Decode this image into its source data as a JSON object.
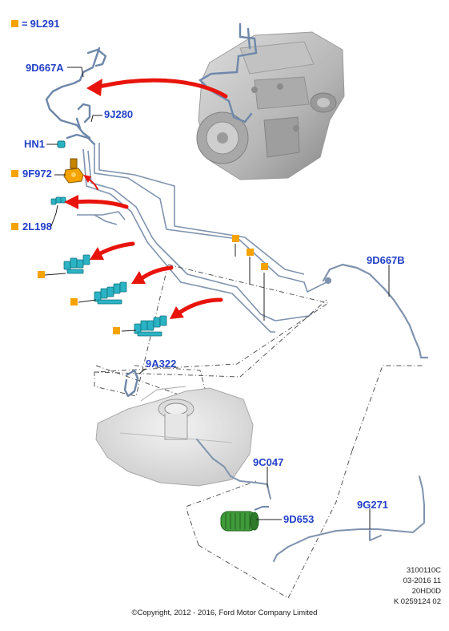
{
  "legend": {
    "marker_color": "#f5a300",
    "equals": "=",
    "code": "9L291"
  },
  "labels": {
    "p9D667A": "9D667A",
    "p9J280": "9J280",
    "pHN1": "HN1",
    "p9F972": "9F972",
    "p2L198": "2L198",
    "p9D667B": "9D667B",
    "p9A322": "9A322",
    "p9C047": "9C047",
    "p9D653": "9D653",
    "p9G271": "9G271"
  },
  "meta": {
    "line1": "3100110C",
    "line2": "03-2016 11",
    "line3": "20HD0D",
    "line4": "K 0259124 02"
  },
  "copyright": "©Copyright, 2012 - 2016, Ford Motor Company Limited",
  "colors": {
    "label": "#2340c8",
    "marker": "#f5a300",
    "arrow": "#e8140c",
    "pipe": "#7f93ae",
    "connector": "#2ab3c4",
    "filter": "#3f9a3a"
  }
}
